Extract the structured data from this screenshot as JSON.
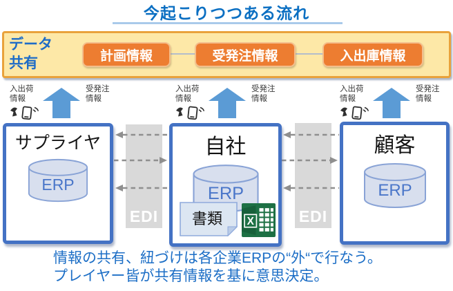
{
  "title": "今起こりつつある流れ",
  "banner": {
    "label": "データ\n共有",
    "items": [
      {
        "label": "計画情報"
      },
      {
        "label": "受発注情報"
      },
      {
        "label": "入出庫情報"
      }
    ]
  },
  "flow": {
    "inbound_label": "入出荷\n 情報",
    "order_label": "受発注\n 情報"
  },
  "companies": [
    {
      "name": "サプライヤ",
      "system": "ERP"
    },
    {
      "name": "自社",
      "system": "ERP",
      "note_label": "書類",
      "excel_letter": "X"
    },
    {
      "name": "顧客",
      "system": "ERP"
    }
  ],
  "edi_label": "EDI",
  "footer": {
    "line1": "情報の共有、紐づけは各企業ERPの“外“で行なう。",
    "line2": "プレイヤー皆が共有情報を基に意思決定。"
  },
  "icons": {
    "up_arrow": "up-arrow-icon",
    "scanner": "handheld-scanner-icon",
    "phone": "smartphone-wireless-icon",
    "database": "erp-database-cylinder",
    "document": "document-note-icon",
    "excel": "excel-icon"
  },
  "colors": {
    "title_blue": "#0B6FC2",
    "accent_blue": "#4472C4",
    "arrow_blue": "#5B9BD5",
    "orange": "#ED7D31",
    "banner_bg": "#FDE8A7",
    "banner_border": "#E9A23B",
    "edi_gray": "#D9D9D9",
    "cylinder_fill": "#D8DFEE",
    "excel_green": "#1D7044"
  }
}
